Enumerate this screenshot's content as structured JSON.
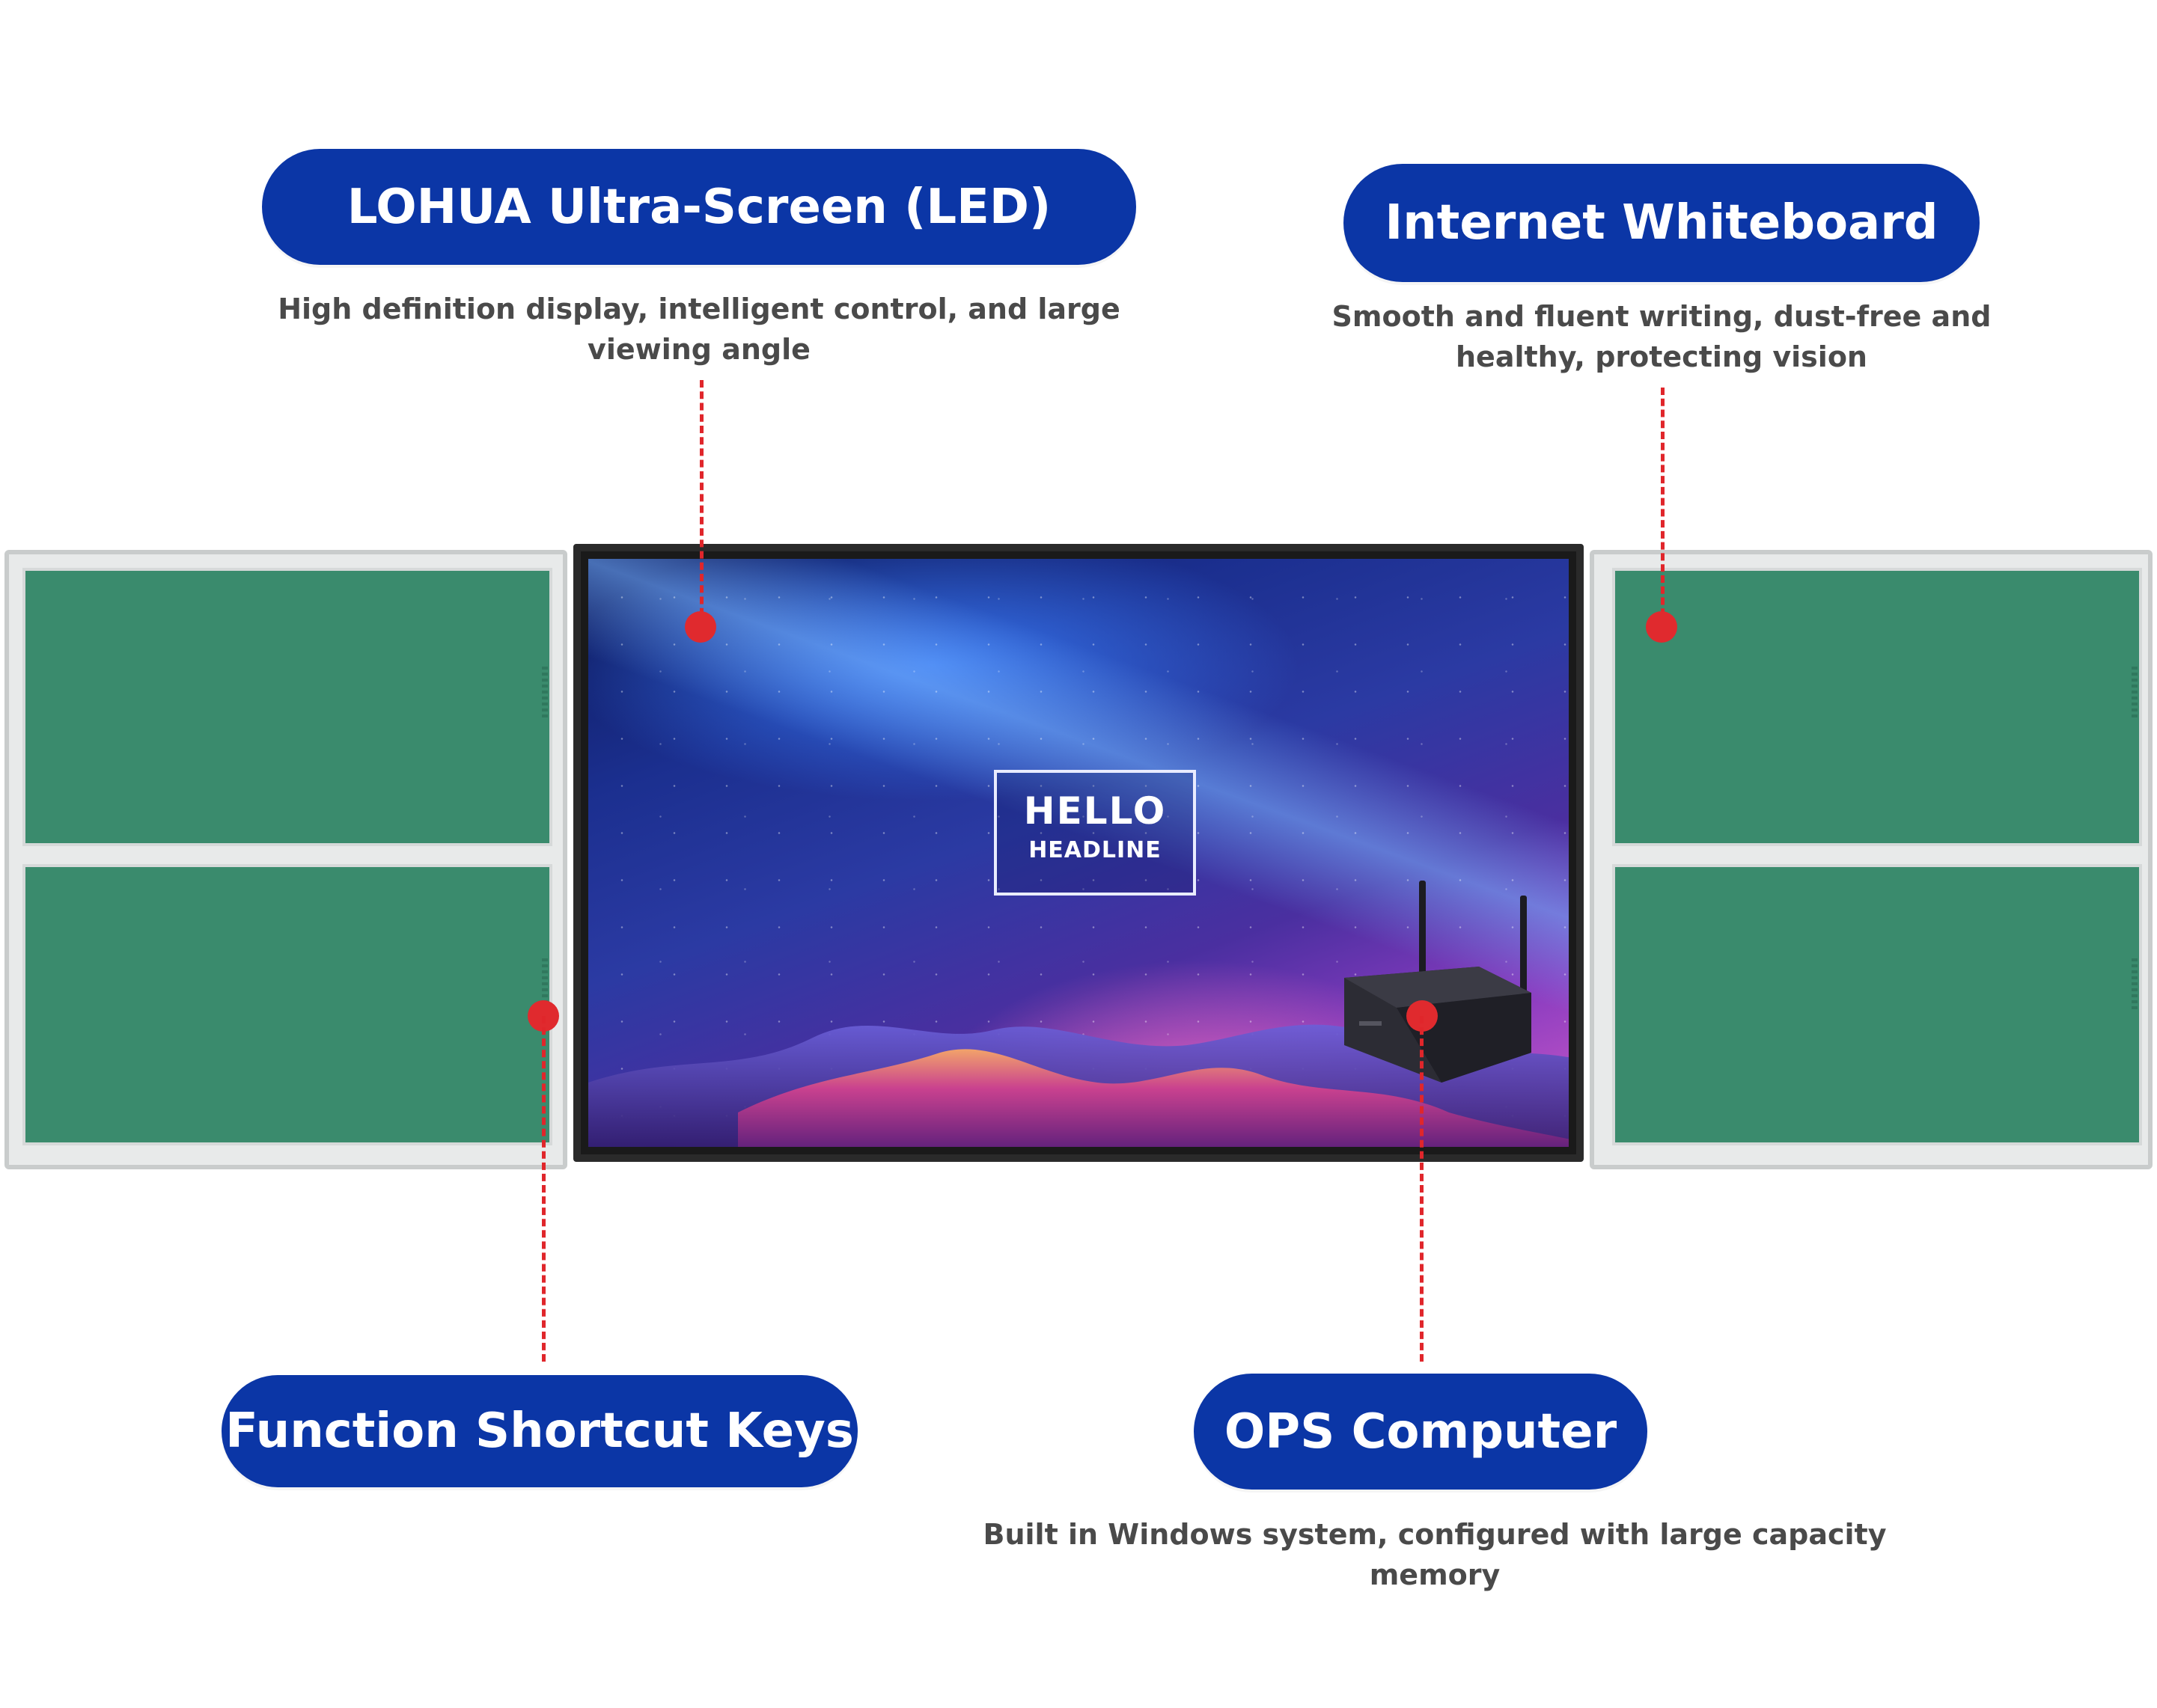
{
  "labels": {
    "led_screen": {
      "title": "LOHUA Ultra-Screen (LED)",
      "description_line1": "High definition display, intelligent control, and large",
      "description_line2": "viewing angle"
    },
    "whiteboard": {
      "title": "Internet Whiteboard",
      "description_line1": "Smooth and fluent writing, dust-free and",
      "description_line2": "healthy, protecting vision"
    },
    "shortcut_keys": {
      "title": "Function Shortcut Keys"
    },
    "ops_computer": {
      "title": "OPS Computer",
      "description": "Built in Windows system, configured with large capacity memory"
    }
  },
  "screen_content": {
    "line1": "HELLO",
    "line2": "HEADLINE"
  },
  "colors": {
    "pill_background": "#0b36a6",
    "pointer_red": "#e0262b",
    "chalkboard_green": "#3a8b6d"
  }
}
